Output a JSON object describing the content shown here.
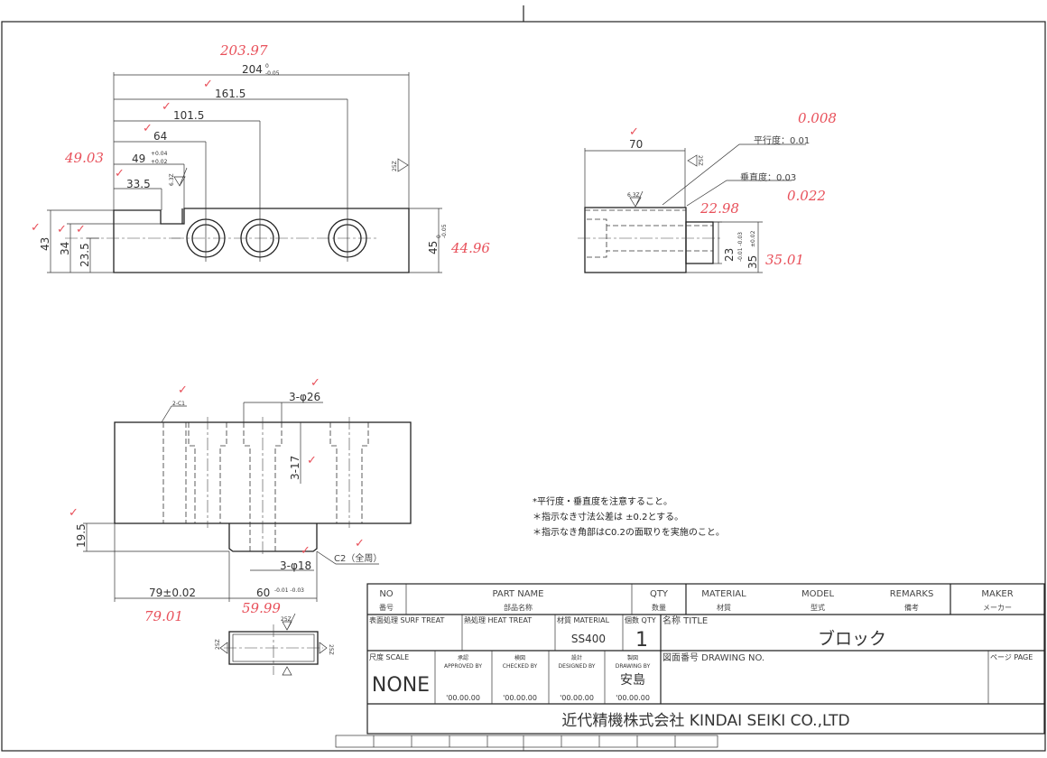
{
  "top_view": {
    "dims": {
      "overall": "204",
      "overall_tol_upper": "0",
      "overall_tol_lower": "-0.05",
      "d161": "161.5",
      "d101": "101.5",
      "d64": "64",
      "d49": "49",
      "d49_tol_upper": "+0.04",
      "d49_tol_lower": "+0.02",
      "d33": "33.5",
      "h43": "43",
      "h34": "34",
      "h23": "23.5",
      "h45": "45",
      "h45_tol_upper": "0",
      "h45_tol_lower": "-0.05"
    },
    "surface": {
      "slot": "6.3Z",
      "side": "25Z"
    },
    "measured": {
      "overall": "203.97",
      "d49": "49.03",
      "h45": "44.96"
    }
  },
  "side_view": {
    "dims": {
      "width": "70",
      "boss": "23",
      "boss_tol": "-0.01 -0.03",
      "height": "35",
      "height_tol": "±0.02"
    },
    "surface": {
      "top": "6.3Z",
      "side": "25Z"
    },
    "parallelism": "平行度：0.01",
    "perpendicularity": "垂直度：0.03",
    "measured": {
      "parallelism": "0.008",
      "perpendicularity": "0.022",
      "boss": "22.98",
      "height": "35.01"
    }
  },
  "front_view": {
    "dims": {
      "chamfer_small": "2-C1",
      "counterbore": "3-φ26",
      "depth": "3-17",
      "hole": "3-φ18",
      "chamfer": "C2（全周）",
      "h19": "19.5",
      "d79": "79±0.02",
      "d60": "60",
      "d60_tol": "-0.01 -0.03"
    },
    "measured": {
      "d79": "79.01",
      "d60": "59.99"
    }
  },
  "bottom_view": {
    "surface": "25Z"
  },
  "check_mark": "✓",
  "notes": [
    "*平行度・垂直度を注意すること。",
    "＊指示なき寸法公差は ±0.2とする。",
    "＊指示なき角部はC0.2の面取りを実施のこと。"
  ],
  "title_block": {
    "no": "NO",
    "no_jp": "番号",
    "part_name": "PART NAME",
    "part_name_jp": "部品名称",
    "qty": "QTY",
    "qty_jp": "数量",
    "material": "MATERIAL",
    "material_jp": "材質",
    "model": "MODEL",
    "model_jp": "型式",
    "remarks": "REMARKS",
    "remarks_jp": "備考",
    "maker": "MAKER",
    "maker_jp": "メーカー",
    "surf_treat": "表面処理  SURF TREAT",
    "heat_treat": "熱処理  HEAT TREAT",
    "material2": "材質  MATERIAL",
    "material_value": "SS400",
    "qty2": "個数  QTY",
    "qty_value": "1",
    "title": "名称  TITLE",
    "title_value": "ブロック",
    "scale": "尺度  SCALE",
    "scale_value": "NONE",
    "approved": "承認",
    "approved_en": "APPROVED BY",
    "approved_date": "'00.00.00",
    "checked": "検図",
    "checked_en": "CHECKED BY",
    "checked_date": "'00.00.00",
    "designed": "設計",
    "designed_en": "DESIGNED BY",
    "designed_date": "'00.00.00",
    "drawing": "製図",
    "drawing_en": "DRAWING BY",
    "drawing_name": "安島",
    "drawing_date": "'00.00.00",
    "drawing_no": "図面番号  DRAWING NO.",
    "page": "ページ  PAGE",
    "company": "近代精機株式会社  KINDAI SEIKI CO.,LTD"
  }
}
